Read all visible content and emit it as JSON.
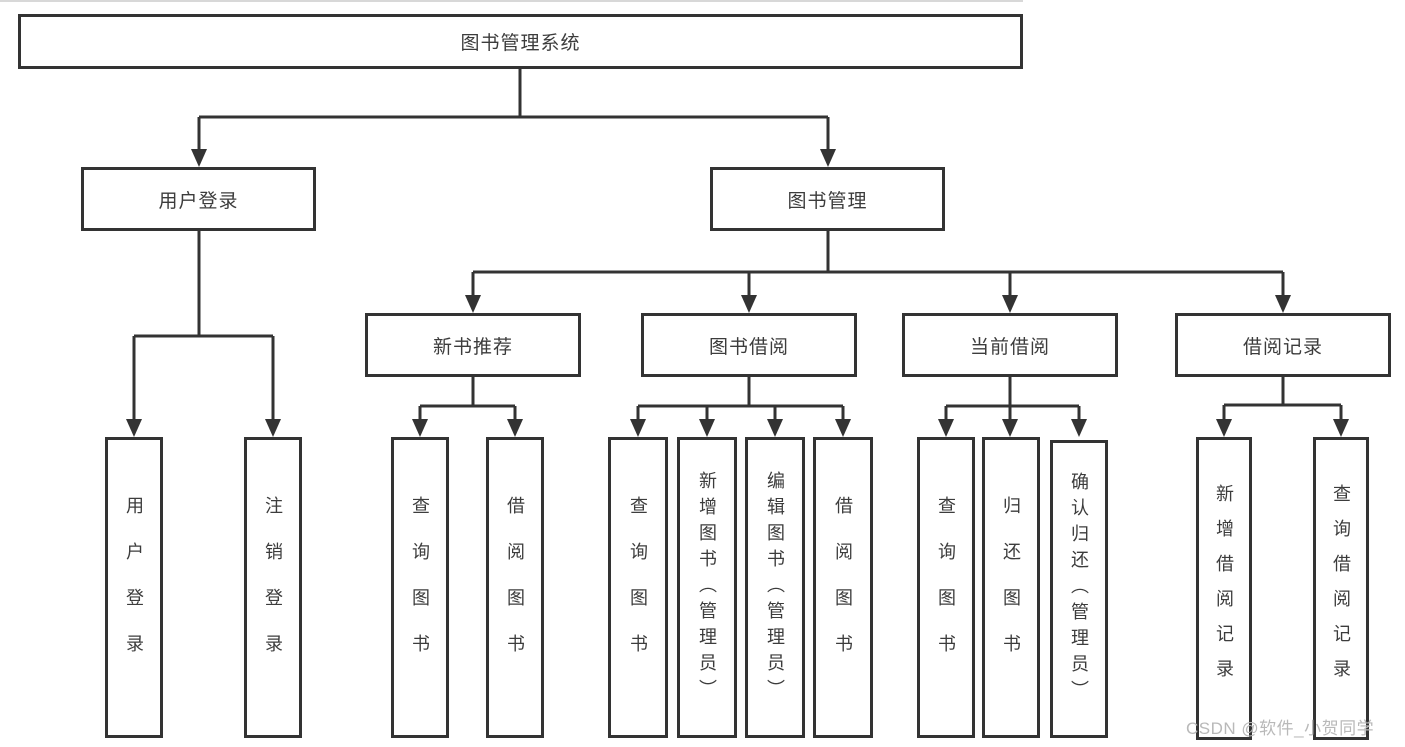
{
  "diagram": {
    "root_label": "图书管理系统",
    "level2": {
      "user_login": "用户登录",
      "book_management": "图书管理"
    },
    "level3": {
      "new_book_recommend": "新书推荐",
      "book_borrowing": "图书借阅",
      "current_borrowing": "当前借阅",
      "borrowing_records": "借阅记录"
    },
    "leaves": {
      "user_login": [
        "用户登录",
        "注销登录"
      ],
      "new_book_recommend": [
        "查询图书",
        "借阅图书"
      ],
      "book_borrowing": [
        "查询图书",
        "新增图书（管理员）",
        "编辑图书（管理员）",
        "借阅图书"
      ],
      "current_borrowing": [
        "查询图书",
        "归还图书",
        "确认归还（管理员）"
      ],
      "borrowing_records": [
        "新增借阅记录",
        "查询借阅记录"
      ]
    }
  },
  "watermark": "CSDN @软件_小贺同学",
  "colors": {
    "line": "#333333",
    "text": "#3c3c3c",
    "watermark": "#b9b9b9",
    "background": "#ffffff"
  }
}
